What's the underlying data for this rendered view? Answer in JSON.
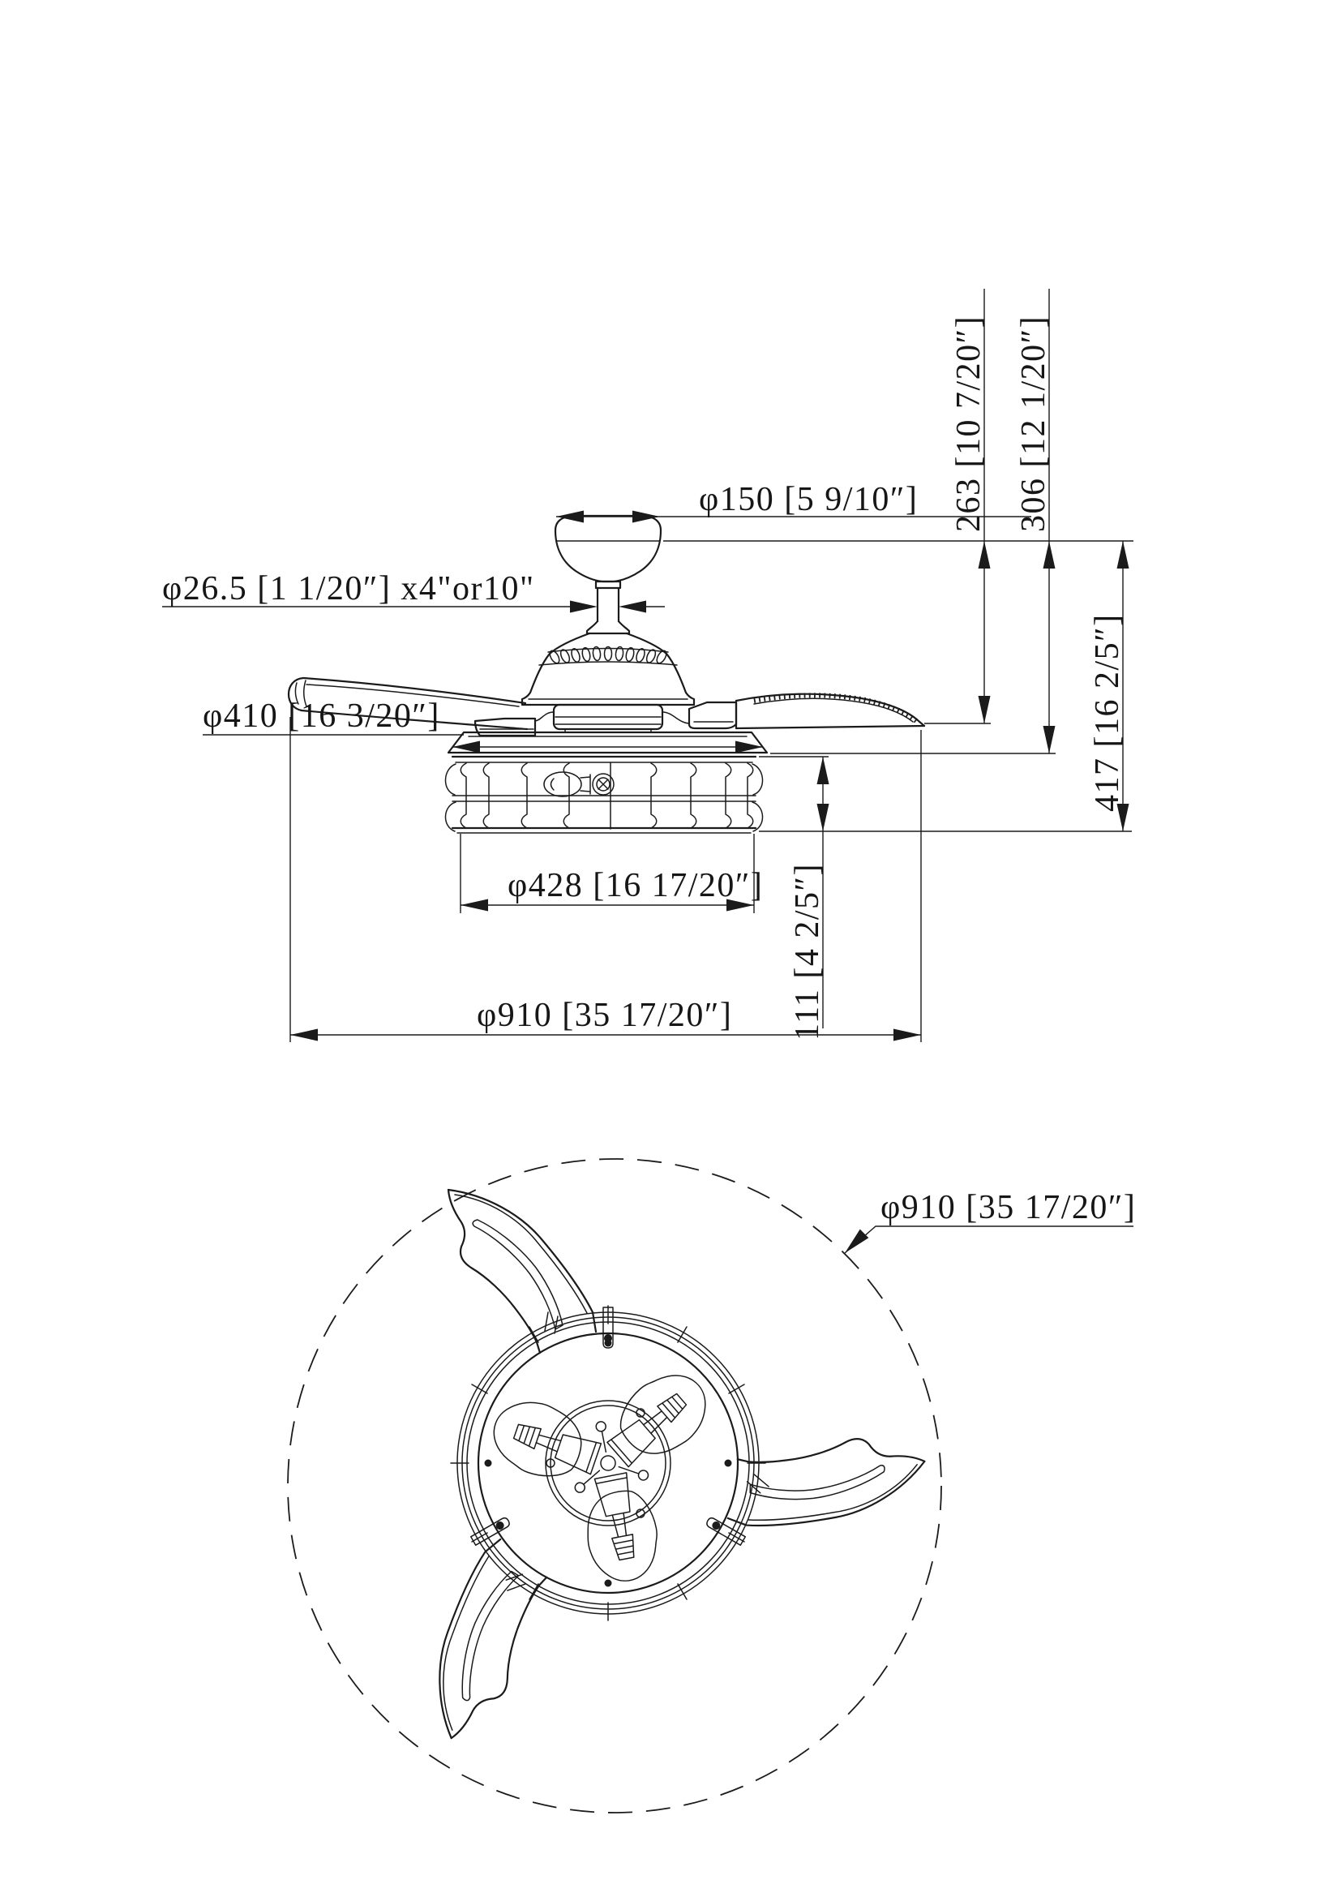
{
  "drawing_type": "ceiling fan dimensional diagram",
  "colors": {
    "ink": "#1b1b1b",
    "background": "#ffffff"
  },
  "dims": {
    "canopy_diameter": "φ150 [5 9/10″]",
    "downrod": "φ26.5 [1 1/20″] x4\"or10\"",
    "mount_plate_diameter": "φ410 [16 3/20″]",
    "cage_diameter": "φ428 [16 17/20″]",
    "sweep_diameter": "φ910 [35 17/20″]",
    "height_canopy_to_blade": "263 [10 7/20″]",
    "height_canopy_to_plate": "306 [12 1/20″]",
    "height_total": "417 [16 2/5″]",
    "cage_height": "111 [4 2/5″]",
    "sweep_diameter_bottom": "φ910 [35 17/20″]"
  }
}
